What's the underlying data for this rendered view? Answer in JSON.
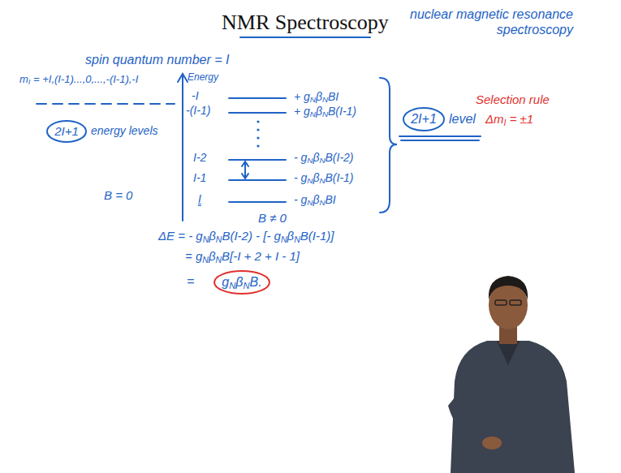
{
  "diagram": {
    "title": "NMR Spectroscopy",
    "nodes": [
      {
        "text": [
          "2I+1"
        ]
      },
      {
        "text": [
          "2I+1"
        ]
      },
      {
        "text": [
          "gNβNB."
        ]
      }
    ],
    "labels": [
      "nuclear magnetic resonance spectroscopy",
      "spin quantum number = I",
      "Energy",
      "-I",
      "-(I-1)",
      "I-2",
      "I-1",
      "I",
      "+ gNβNBI",
      "+ gNβNB(I-1)",
      "- gNβNB(I-2)",
      "- gNβNB(I-1)",
      "- gNβNBI",
      "mI = +I,(I-1)...,0,...,-(I-1),-I",
      "energy levels",
      "B = 0",
      "B ≠ 0",
      "level",
      "Selection rule",
      "ΔmI = ±1",
      "ΔE = - gNβNB(I-2) - [- gNβNB(I-1)]",
      "= gNβNB[-I + 2 + I - 1]",
      "="
    ]
  }
}
